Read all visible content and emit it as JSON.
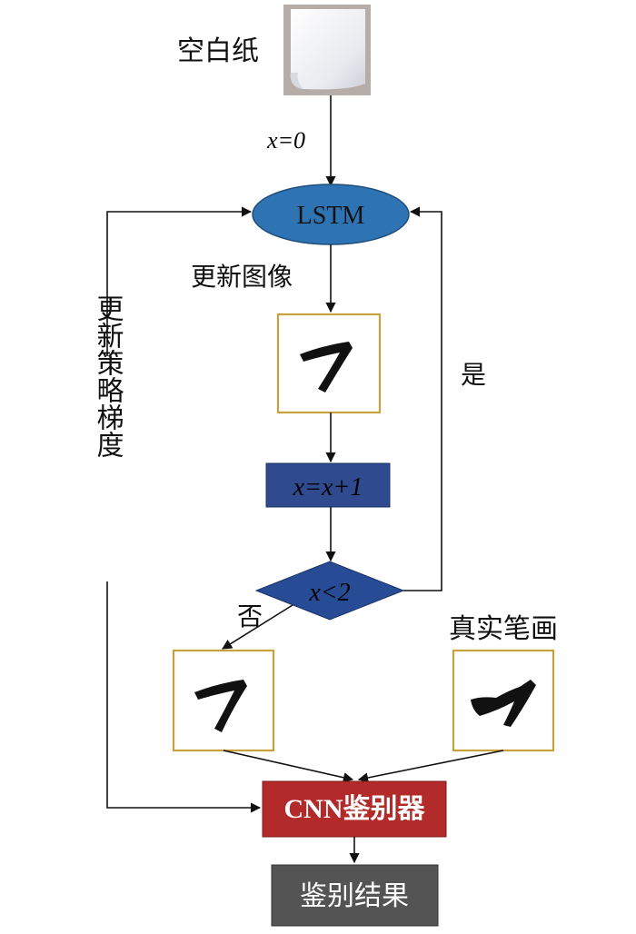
{
  "blank_paper_label": "空白纸",
  "init_label": "x=0",
  "lstm_label": "LSTM",
  "update_image_label": "更新图像",
  "increment_label": "x=x+1",
  "condition_label": "x<2",
  "yes_label": "是",
  "no_label": "否",
  "real_stroke_label": "真实笔画",
  "policy_gradient_label": "更新策略梯度",
  "cnn_label": "CNN鉴别器",
  "result_label": "鉴别结果",
  "colors": {
    "lstm_fill": "#2e74b5",
    "process_fill": "#2f4a8f",
    "diamond_fill": "#274b95",
    "cnn_fill": "#b22a2a",
    "result_fill": "#545454",
    "frame_stroke": "#c7a13a"
  }
}
